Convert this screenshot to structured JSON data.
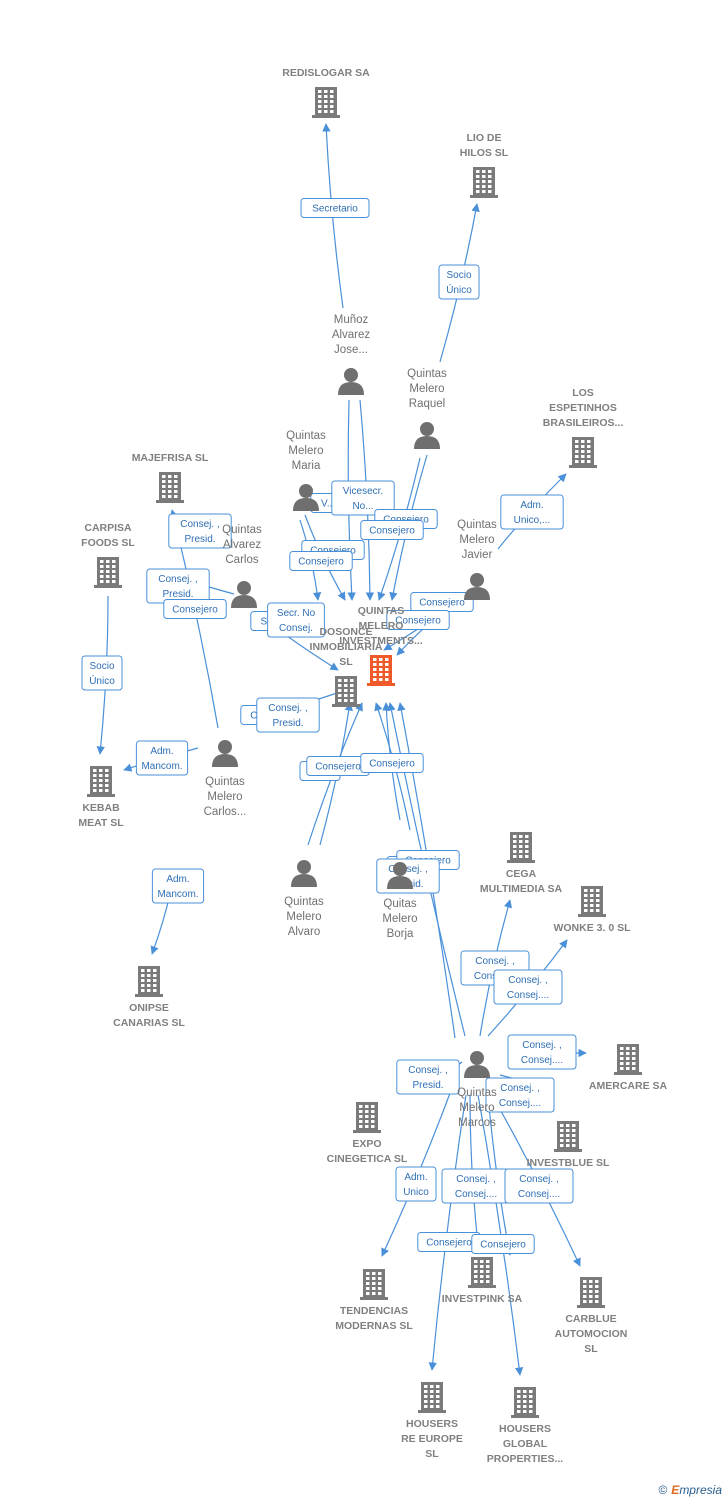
{
  "colors": {
    "edge": "#4a90d9",
    "edge_label_text": "#2e6fb5",
    "edge_label_border": "#4a90d9",
    "company_icon": "#7a7a7a",
    "focus_company_icon": "#f0592a",
    "person_icon": "#6f6f6f",
    "label_text": "#808080"
  },
  "footer": {
    "copyright_symbol": "©",
    "brand_initial": "E",
    "brand_rest": "mpresia"
  },
  "companies": [
    {
      "id": "redislogar",
      "lines": [
        "REDISLOGAR SA"
      ]
    },
    {
      "id": "lio",
      "lines": [
        "LIO DE",
        "HILOS SL"
      ]
    },
    {
      "id": "espetinhos",
      "lines": [
        "LOS",
        "ESPETINHOS",
        "BRASILEIROS..."
      ]
    },
    {
      "id": "majefrisa",
      "lines": [
        "MAJEFRISA SL"
      ]
    },
    {
      "id": "carpisa",
      "lines": [
        "CARPISA",
        "FOODS SL"
      ]
    },
    {
      "id": "kebab",
      "lines": [
        "KEBAB",
        "MEAT SL"
      ]
    },
    {
      "id": "onipse",
      "lines": [
        "ONIPSE",
        "CANARIAS SL"
      ]
    },
    {
      "id": "quintas_inv",
      "lines": [
        "QUINTAS",
        "MELERO",
        "INVESTMENTS..."
      ],
      "focus": true
    },
    {
      "id": "dosonce",
      "lines": [
        "DOSONCE",
        "INMOBILIARIA",
        "SL"
      ]
    },
    {
      "id": "cega",
      "lines": [
        "CEGA",
        "MULTIMEDIA SA"
      ]
    },
    {
      "id": "wonke",
      "lines": [
        "WONKE 3. 0 SL"
      ]
    },
    {
      "id": "amercare",
      "lines": [
        "AMERCARE SA"
      ]
    },
    {
      "id": "expo",
      "lines": [
        "EXPO",
        "CINEGETICA SL"
      ]
    },
    {
      "id": "investblue",
      "lines": [
        "INVESTBLUE SL"
      ]
    },
    {
      "id": "tendencias",
      "lines": [
        "TENDENCIAS",
        "MODERNAS SL"
      ]
    },
    {
      "id": "investpink",
      "lines": [
        "INVESTPINK SA"
      ]
    },
    {
      "id": "carblue",
      "lines": [
        "CARBLUE",
        "AUTOMOCION",
        "SL"
      ]
    },
    {
      "id": "housers_eu",
      "lines": [
        "HOUSERS",
        "RE EUROPE",
        "SL"
      ]
    },
    {
      "id": "housers_gl",
      "lines": [
        "HOUSERS",
        "GLOBAL",
        "PROPERTIES..."
      ]
    }
  ],
  "people": [
    {
      "id": "munoz",
      "lines": [
        "Muñoz",
        "Alvarez",
        "Jose..."
      ]
    },
    {
      "id": "raquel",
      "lines": [
        "Quintas",
        "Melero",
        "Raquel"
      ]
    },
    {
      "id": "maria",
      "lines": [
        "Quintas",
        "Melero",
        "Maria"
      ]
    },
    {
      "id": "carlos_alv",
      "lines": [
        "Quintas",
        "Alvarez",
        "Carlos"
      ]
    },
    {
      "id": "javier",
      "lines": [
        "Quintas",
        "Melero",
        "Javier"
      ]
    },
    {
      "id": "carlos",
      "lines": [
        "Quintas",
        "Melero",
        "Carlos..."
      ]
    },
    {
      "id": "alvaro",
      "lines": [
        "Quintas",
        "Melero",
        "Alvaro"
      ]
    },
    {
      "id": "borja",
      "lines": [
        "Quitas",
        "Melero",
        "Borja"
      ]
    },
    {
      "id": "marcos",
      "lines": [
        "Quintas",
        "Melero",
        "Marcos"
      ]
    }
  ],
  "edge_labels": [
    {
      "id": "e1",
      "lines": [
        "Secretario"
      ]
    },
    {
      "id": "e2",
      "lines": [
        "Socio",
        "Único"
      ]
    },
    {
      "id": "e3",
      "lines": [
        "Adm.",
        "Unico,..."
      ]
    },
    {
      "id": "e4",
      "lines": [
        "Consej. ,",
        "Presid."
      ]
    },
    {
      "id": "e5",
      "lines": [
        "Consej. ,",
        "Presid."
      ]
    },
    {
      "id": "e6",
      "lines": [
        "Consejero"
      ]
    },
    {
      "id": "e7",
      "lines": [
        "Socio",
        "Único"
      ]
    },
    {
      "id": "e8",
      "lines": [
        "Adm.",
        "Mancom."
      ]
    },
    {
      "id": "e9",
      "lines": [
        "Adm.",
        "Mancom."
      ]
    },
    {
      "id": "e10",
      "lines": [
        "V..."
      ]
    },
    {
      "id": "e11",
      "lines": [
        "Vicesecr.",
        "No..."
      ]
    },
    {
      "id": "e12",
      "lines": [
        "Consejero"
      ]
    },
    {
      "id": "e13",
      "lines": [
        "Consejero"
      ]
    },
    {
      "id": "e14",
      "lines": [
        "Consejero"
      ]
    },
    {
      "id": "e15",
      "lines": [
        "Consejero"
      ]
    },
    {
      "id": "e16",
      "lines": [
        "Consejero"
      ]
    },
    {
      "id": "e17",
      "lines": [
        "Consejero"
      ]
    },
    {
      "id": "e18",
      "lines": [
        "S..."
      ]
    },
    {
      "id": "e19",
      "lines": [
        "Secr. No",
        "Consej."
      ]
    },
    {
      "id": "e20",
      "lines": [
        "C..."
      ]
    },
    {
      "id": "e21",
      "lines": [
        "Consej. ,",
        "Presid."
      ]
    },
    {
      "id": "e22",
      "lines": [
        "Co..."
      ]
    },
    {
      "id": "e23",
      "lines": [
        "Consejero"
      ]
    },
    {
      "id": "e24",
      "lines": [
        "Consejero"
      ]
    },
    {
      "id": "e25",
      "lines": [
        "Co..."
      ]
    },
    {
      "id": "e26",
      "lines": [
        "Consejero"
      ]
    },
    {
      "id": "e27",
      "lines": [
        "Consej. ,",
        "Presid."
      ]
    },
    {
      "id": "e28",
      "lines": [
        "Consej. ,",
        "Consej...."
      ]
    },
    {
      "id": "e29",
      "lines": [
        "Consej. ,",
        "Consej...."
      ]
    },
    {
      "id": "e30",
      "lines": [
        "Consej. ,",
        "Consej...."
      ]
    },
    {
      "id": "e31",
      "lines": [
        "Consej. ,",
        "Presid."
      ]
    },
    {
      "id": "e32",
      "lines": [
        "Consej. ,",
        "Consej...."
      ]
    },
    {
      "id": "e33",
      "lines": [
        "Adm.",
        "Unico"
      ]
    },
    {
      "id": "e34",
      "lines": [
        "Consej. ,",
        "Consej...."
      ]
    },
    {
      "id": "e35",
      "lines": [
        "Consej. ,",
        "Consej...."
      ]
    },
    {
      "id": "e36",
      "lines": [
        "Consejero"
      ]
    },
    {
      "id": "e37",
      "lines": [
        "Consejero"
      ]
    }
  ]
}
